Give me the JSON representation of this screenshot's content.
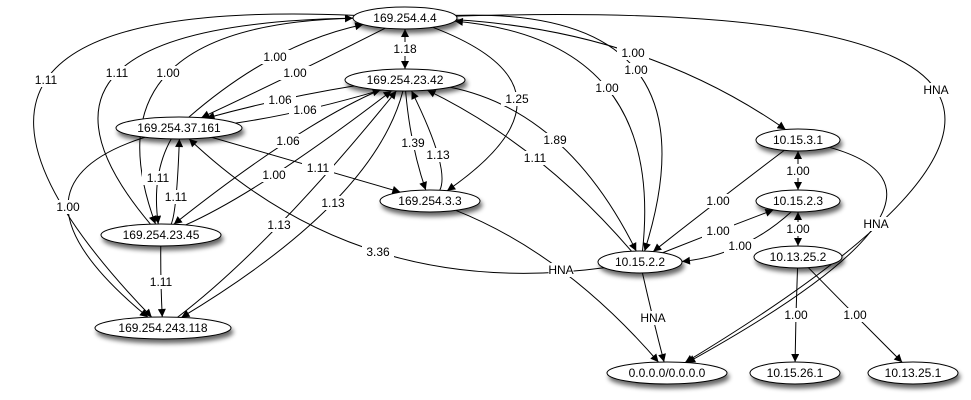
{
  "graph": {
    "nodes": [
      {
        "id": "n1",
        "label": "169.254.4.4"
      },
      {
        "id": "n2",
        "label": "169.254.23.42"
      },
      {
        "id": "n3",
        "label": "169.254.37.161"
      },
      {
        "id": "n4",
        "label": "169.254.23.45"
      },
      {
        "id": "n5",
        "label": "169.254.243.118"
      },
      {
        "id": "n6",
        "label": "169.254.3.3"
      },
      {
        "id": "n7",
        "label": "10.15.2.2"
      },
      {
        "id": "n8",
        "label": "10.15.3.1"
      },
      {
        "id": "n9",
        "label": "10.15.2.3"
      },
      {
        "id": "n10",
        "label": "10.13.25.2"
      },
      {
        "id": "n11",
        "label": "0.0.0.0/0.0.0.0"
      },
      {
        "id": "n12",
        "label": "10.15.26.1"
      },
      {
        "id": "n13",
        "label": "10.13.25.1"
      }
    ],
    "edges": [
      {
        "from": "n1",
        "to": "n2",
        "label": "1.18",
        "bidirectional": true
      },
      {
        "from": "n1",
        "to": "n5",
        "label": "1.11"
      },
      {
        "from": "n4",
        "to": "n1",
        "label": "1.11"
      },
      {
        "from": "n1",
        "to": "n4",
        "label": "1.00"
      },
      {
        "from": "n3",
        "to": "n1",
        "label": "1.00"
      },
      {
        "from": "n1",
        "to": "n3",
        "label": "1.00"
      },
      {
        "from": "n2",
        "to": "n3",
        "label": "1.06"
      },
      {
        "from": "n3",
        "to": "n2",
        "label": "1.06"
      },
      {
        "from": "n2",
        "to": "n4",
        "label": "1.06"
      },
      {
        "from": "n4",
        "to": "n2",
        "label": "1.00"
      },
      {
        "from": "n3",
        "to": "n6",
        "label": "1.11"
      },
      {
        "from": "n3",
        "to": "n4",
        "label": "1.11"
      },
      {
        "from": "n4",
        "to": "n3",
        "label": "1.11"
      },
      {
        "from": "n3",
        "to": "n5",
        "label": "1.00"
      },
      {
        "from": "n4",
        "to": "n5",
        "label": "1.11"
      },
      {
        "from": "n5",
        "to": "n2",
        "label": "1.13"
      },
      {
        "from": "n2",
        "to": "n5",
        "label": "1.13"
      },
      {
        "from": "n2",
        "to": "n6",
        "label": "1.39"
      },
      {
        "from": "n6",
        "to": "n2",
        "label": "1.13"
      },
      {
        "from": "n1",
        "to": "n6",
        "label": "1.25"
      },
      {
        "from": "n7",
        "to": "n3",
        "label": "3.36"
      },
      {
        "from": "n2",
        "to": "n7",
        "label": "1.89"
      },
      {
        "from": "n7",
        "to": "n2",
        "label": "1.11"
      },
      {
        "from": "n7",
        "to": "n1",
        "label": "1.00"
      },
      {
        "from": "n1",
        "to": "n7",
        "label": "1.00"
      },
      {
        "from": "n1",
        "to": "n8",
        "label": "1.00"
      },
      {
        "from": "n1",
        "to": "n11",
        "label": "HNA"
      },
      {
        "from": "n8",
        "to": "n7",
        "label": "1.00"
      },
      {
        "from": "n7",
        "to": "n9",
        "label": "1.00"
      },
      {
        "from": "n9",
        "to": "n7",
        "label": "1.00"
      },
      {
        "from": "n8",
        "to": "n9",
        "label": "1.00",
        "bidirectional": true
      },
      {
        "from": "n9",
        "to": "n10",
        "label": "1.00",
        "bidirectional": true
      },
      {
        "from": "n8",
        "to": "n11",
        "label": "HNA"
      },
      {
        "from": "n6",
        "to": "n11",
        "label": "HNA"
      },
      {
        "from": "n7",
        "to": "n11",
        "label": "HNA"
      },
      {
        "from": "n10",
        "to": "n12",
        "label": "1.00"
      },
      {
        "from": "n10",
        "to": "n13",
        "label": "1.00"
      }
    ]
  }
}
